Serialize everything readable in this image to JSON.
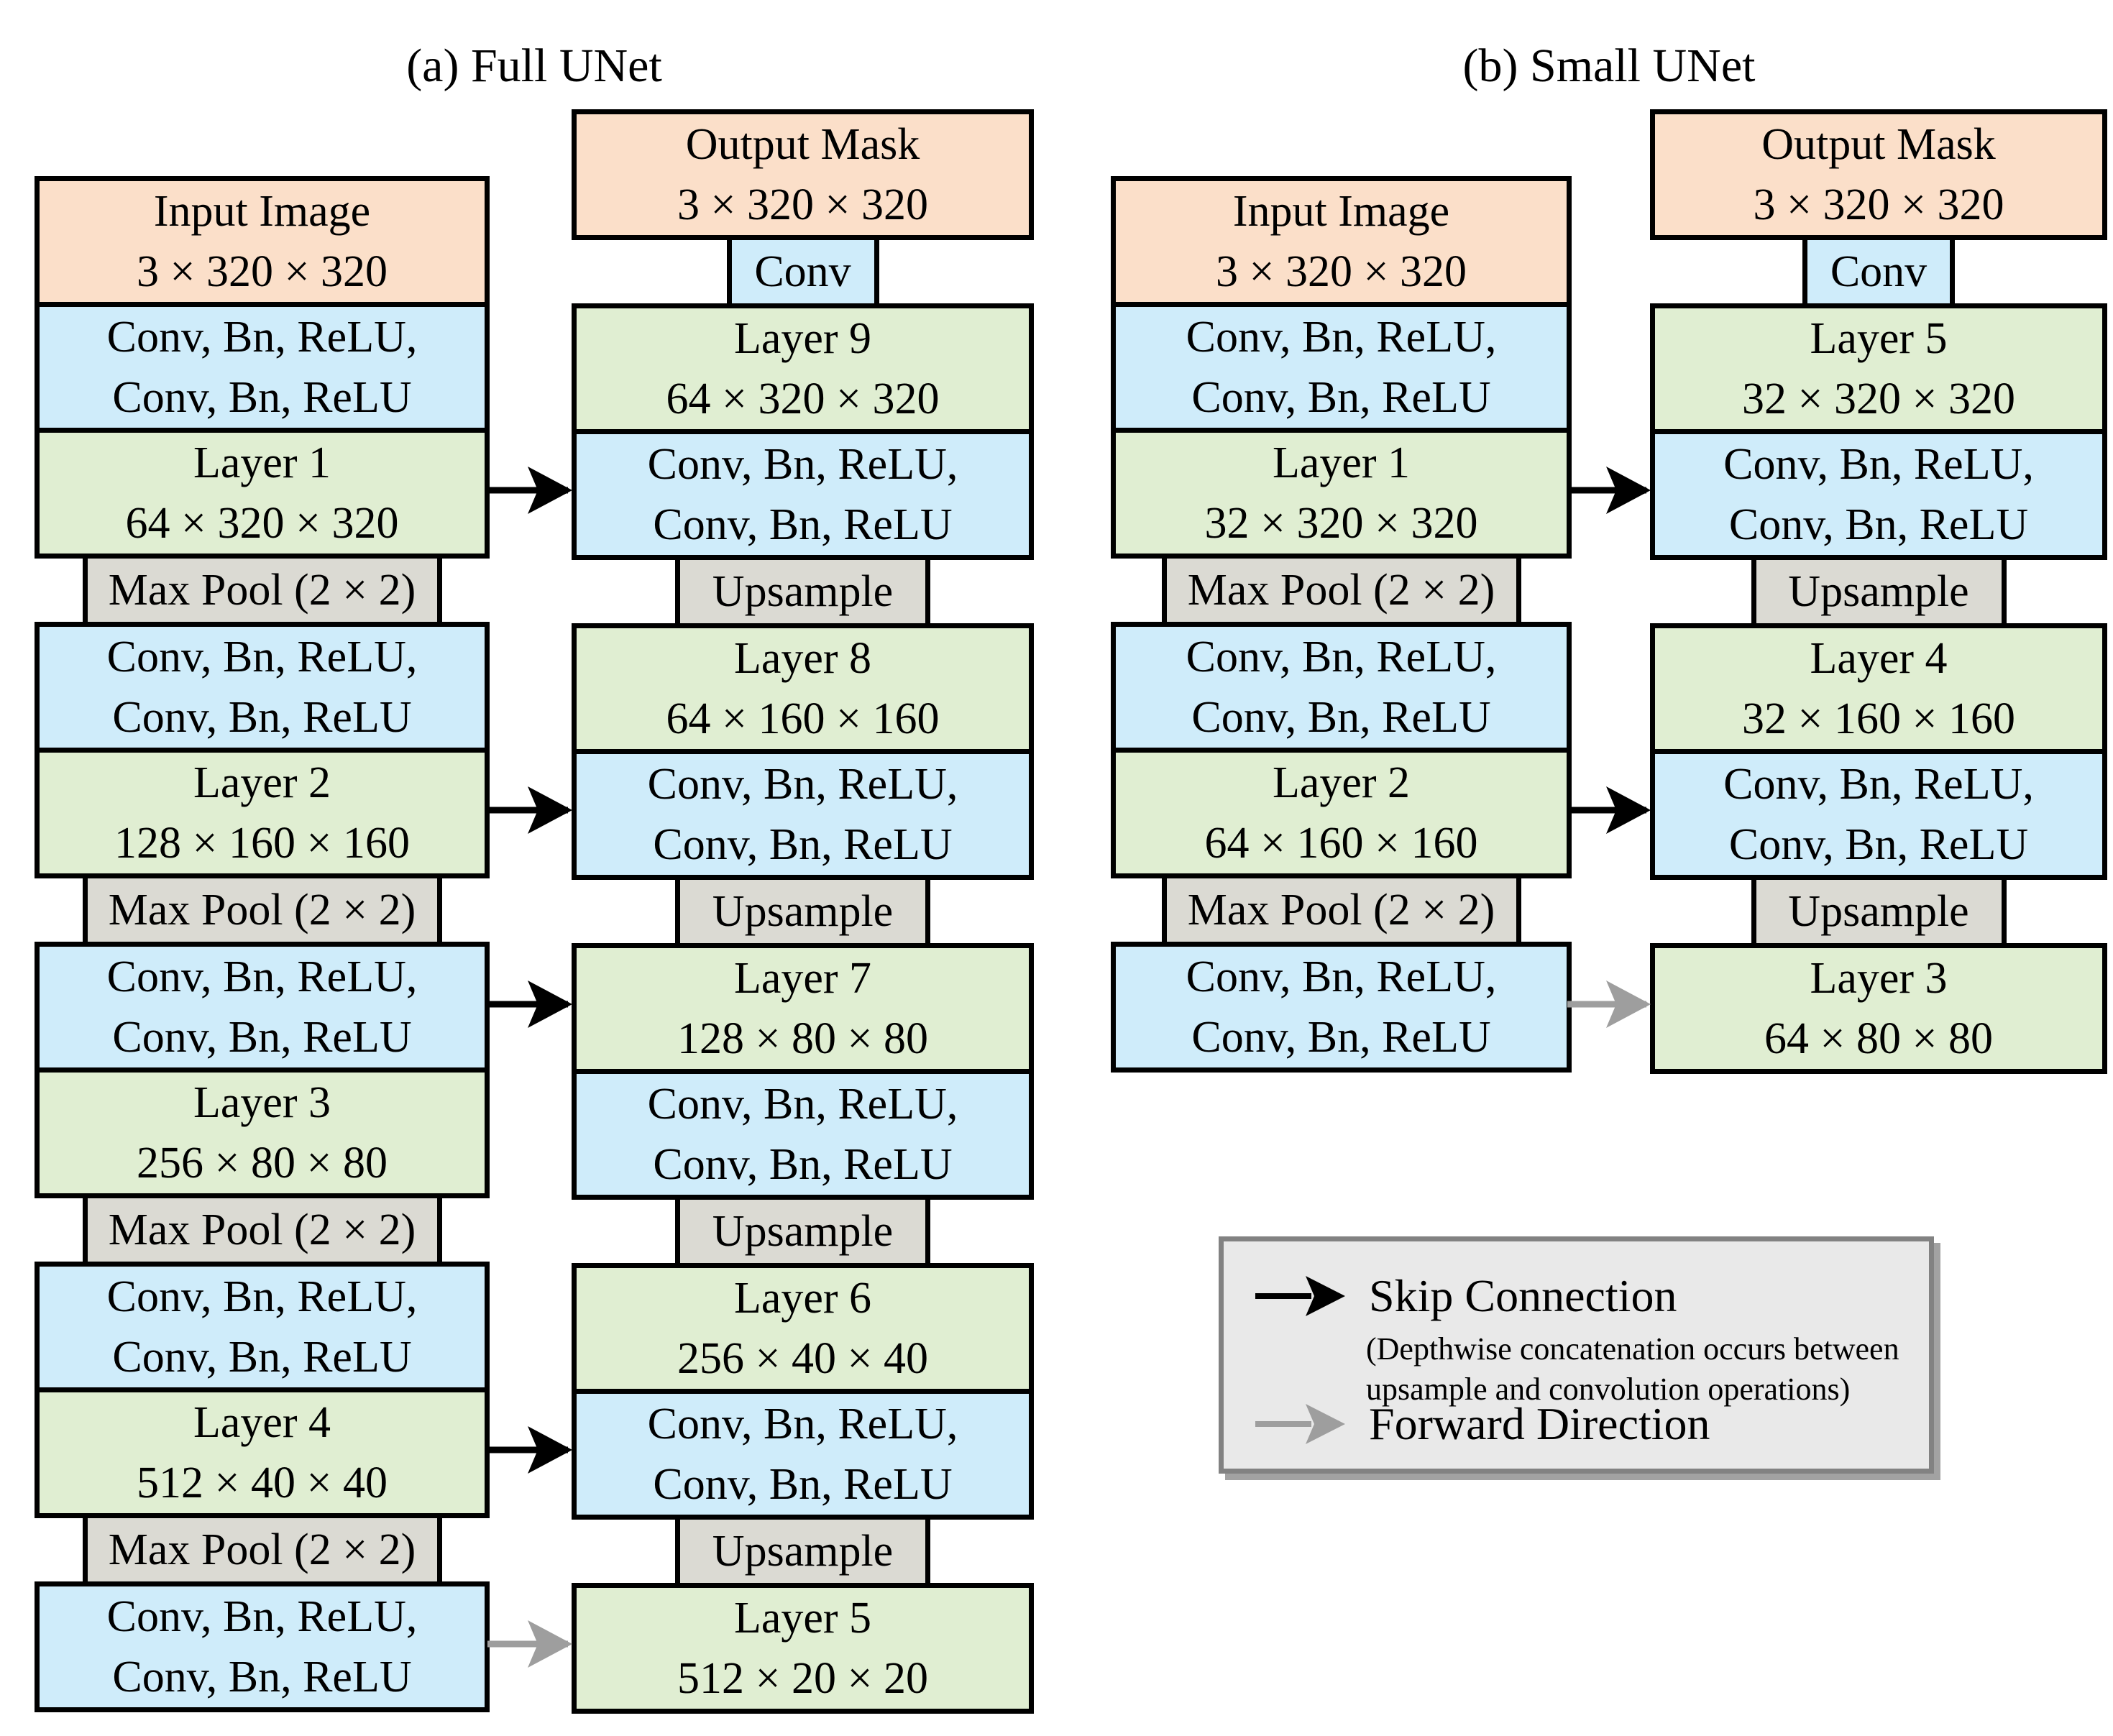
{
  "panels": [
    {
      "title": "(a) Full UNet",
      "encoder": {
        "boxes": [
          {
            "kind": "io",
            "lines": [
              "Input Image",
              "3 × 320 × 320"
            ]
          },
          {
            "kind": "conv",
            "lines": [
              "Conv, Bn, ReLU,",
              "Conv, Bn, ReLU"
            ]
          },
          {
            "kind": "layer",
            "lines": [
              "Layer 1",
              "64 × 320 × 320"
            ]
          },
          {
            "kind": "pool",
            "lines": [
              "Max Pool (2 × 2)"
            ]
          },
          {
            "kind": "conv",
            "lines": [
              "Conv, Bn, ReLU,",
              "Conv, Bn, ReLU"
            ]
          },
          {
            "kind": "layer",
            "lines": [
              "Layer 2",
              "128 × 160 × 160"
            ]
          },
          {
            "kind": "pool",
            "lines": [
              "Max Pool (2 × 2)"
            ]
          },
          {
            "kind": "conv",
            "lines": [
              "Conv, Bn, ReLU,",
              "Conv, Bn, ReLU"
            ]
          },
          {
            "kind": "layer",
            "lines": [
              "Layer 3",
              "256 × 80 × 80"
            ]
          },
          {
            "kind": "pool",
            "lines": [
              "Max Pool (2 × 2)"
            ]
          },
          {
            "kind": "conv",
            "lines": [
              "Conv, Bn, ReLU,",
              "Conv, Bn, ReLU"
            ]
          },
          {
            "kind": "layer",
            "lines": [
              "Layer 4",
              "512 × 40 × 40"
            ]
          },
          {
            "kind": "pool",
            "lines": [
              "Max Pool (2 × 2)"
            ]
          },
          {
            "kind": "conv",
            "lines": [
              "Conv, Bn, ReLU,",
              "Conv, Bn, ReLU"
            ]
          }
        ]
      },
      "decoder": {
        "boxes": [
          {
            "kind": "io",
            "lines": [
              "Output Mask",
              "3 × 320 × 320"
            ]
          },
          {
            "kind": "conv-small",
            "lines": [
              "Conv"
            ]
          },
          {
            "kind": "layer",
            "lines": [
              "Layer 9",
              "64 × 320 × 320"
            ]
          },
          {
            "kind": "conv",
            "lines": [
              "Conv, Bn, ReLU,",
              "Conv, Bn, ReLU"
            ]
          },
          {
            "kind": "upsample",
            "lines": [
              "Upsample"
            ]
          },
          {
            "kind": "layer",
            "lines": [
              "Layer 8",
              "64 × 160 × 160"
            ]
          },
          {
            "kind": "conv",
            "lines": [
              "Conv, Bn, ReLU,",
              "Conv, Bn, ReLU"
            ]
          },
          {
            "kind": "upsample",
            "lines": [
              "Upsample"
            ]
          },
          {
            "kind": "layer",
            "lines": [
              "Layer 7",
              "128 × 80 × 80"
            ]
          },
          {
            "kind": "conv",
            "lines": [
              "Conv, Bn, ReLU,",
              "Conv, Bn, ReLU"
            ]
          },
          {
            "kind": "upsample",
            "lines": [
              "Upsample"
            ]
          },
          {
            "kind": "layer",
            "lines": [
              "Layer 6",
              "256 × 40 × 40"
            ]
          },
          {
            "kind": "conv",
            "lines": [
              "Conv, Bn, ReLU,",
              "Conv, Bn, ReLU"
            ]
          },
          {
            "kind": "upsample",
            "lines": [
              "Upsample"
            ]
          },
          {
            "kind": "layer",
            "lines": [
              "Layer 5",
              "512 × 20 × 20"
            ]
          }
        ]
      }
    },
    {
      "title": "(b) Small UNet",
      "encoder": {
        "boxes": [
          {
            "kind": "io",
            "lines": [
              "Input Image",
              "3 × 320 × 320"
            ]
          },
          {
            "kind": "conv",
            "lines": [
              "Conv, Bn, ReLU,",
              "Conv, Bn, ReLU"
            ]
          },
          {
            "kind": "layer",
            "lines": [
              "Layer 1",
              "32 × 320 × 320"
            ]
          },
          {
            "kind": "pool",
            "lines": [
              "Max Pool (2 × 2)"
            ]
          },
          {
            "kind": "conv",
            "lines": [
              "Conv, Bn, ReLU,",
              "Conv, Bn, ReLU"
            ]
          },
          {
            "kind": "layer",
            "lines": [
              "Layer 2",
              "64 × 160 × 160"
            ]
          },
          {
            "kind": "pool",
            "lines": [
              "Max Pool (2 × 2)"
            ]
          },
          {
            "kind": "conv",
            "lines": [
              "Conv, Bn, ReLU,",
              "Conv, Bn, ReLU"
            ]
          }
        ]
      },
      "decoder": {
        "boxes": [
          {
            "kind": "io",
            "lines": [
              "Output Mask",
              "3 × 320 × 320"
            ]
          },
          {
            "kind": "conv-small",
            "lines": [
              "Conv"
            ]
          },
          {
            "kind": "layer",
            "lines": [
              "Layer 5",
              "32 × 320 × 320"
            ]
          },
          {
            "kind": "conv",
            "lines": [
              "Conv, Bn, ReLU,",
              "Conv, Bn, ReLU"
            ]
          },
          {
            "kind": "upsample",
            "lines": [
              "Upsample"
            ]
          },
          {
            "kind": "layer",
            "lines": [
              "Layer 4",
              "32 × 160 × 160"
            ]
          },
          {
            "kind": "conv",
            "lines": [
              "Conv, Bn, ReLU,",
              "Conv, Bn, ReLU"
            ]
          },
          {
            "kind": "upsample",
            "lines": [
              "Upsample"
            ]
          },
          {
            "kind": "layer",
            "lines": [
              "Layer 3",
              "64 × 80 × 80"
            ]
          }
        ]
      }
    }
  ],
  "legend": {
    "skip_label": "Skip Connection",
    "skip_note_line1": "(Depthwise concatenation occurs between",
    "skip_note_line2": "upsample and convolution operations)",
    "forward_label": "Forward Direction"
  },
  "colors": {
    "io_peach": "#fbdfc9",
    "conv_blue": "#cfecfa",
    "layer_green": "#e0eed2",
    "pool_gray": "#dbdad3",
    "legend_bg": "#e9e9e9",
    "legend_border": "#828282",
    "arrow_black": "#000000",
    "arrow_gray": "#9e9e9e"
  }
}
